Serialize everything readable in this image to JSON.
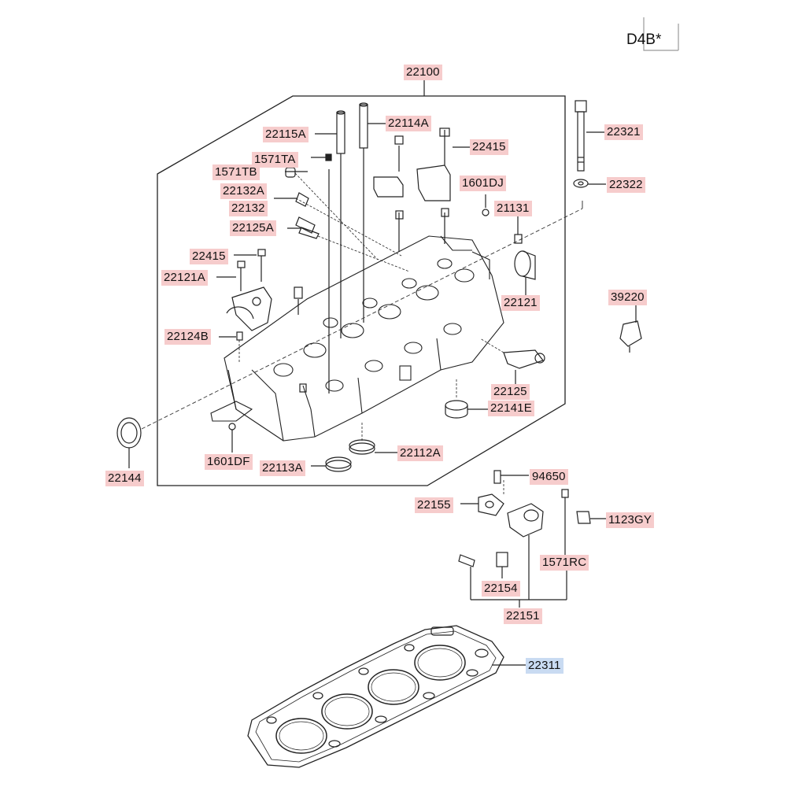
{
  "model_code": "D4B*",
  "part_labels": [
    {
      "id": "l22100",
      "text": "22100",
      "color": "red"
    },
    {
      "id": "l22115A",
      "text": "22115A",
      "color": "red"
    },
    {
      "id": "l22114A",
      "text": "22114A",
      "color": "red"
    },
    {
      "id": "l22415a",
      "text": "22415",
      "color": "red"
    },
    {
      "id": "l1571TA",
      "text": "1571TA",
      "color": "red"
    },
    {
      "id": "l1571TB",
      "text": "1571TB",
      "color": "red"
    },
    {
      "id": "l1601DJ",
      "text": "1601DJ",
      "color": "red"
    },
    {
      "id": "l22132A",
      "text": "22132A",
      "color": "red"
    },
    {
      "id": "l22132",
      "text": "22132",
      "color": "red"
    },
    {
      "id": "l21131",
      "text": "21131",
      "color": "red"
    },
    {
      "id": "l22125A",
      "text": "22125A",
      "color": "red"
    },
    {
      "id": "l22415b",
      "text": "22415",
      "color": "red"
    },
    {
      "id": "l22121A",
      "text": "22121A",
      "color": "red"
    },
    {
      "id": "l22121",
      "text": "22121",
      "color": "red"
    },
    {
      "id": "l22124B",
      "text": "22124B",
      "color": "red"
    },
    {
      "id": "l22125",
      "text": "22125",
      "color": "red"
    },
    {
      "id": "l22141E",
      "text": "22141E",
      "color": "red"
    },
    {
      "id": "l22144",
      "text": "22144",
      "color": "red"
    },
    {
      "id": "l1601DF",
      "text": "1601DF",
      "color": "red"
    },
    {
      "id": "l22113A",
      "text": "22113A",
      "color": "red"
    },
    {
      "id": "l22112A",
      "text": "22112A",
      "color": "red"
    },
    {
      "id": "l22321",
      "text": "22321",
      "color": "red"
    },
    {
      "id": "l22322",
      "text": "22322",
      "color": "red"
    },
    {
      "id": "l39220",
      "text": "39220",
      "color": "red"
    },
    {
      "id": "l94650",
      "text": "94650",
      "color": "red"
    },
    {
      "id": "l22155",
      "text": "22155",
      "color": "red"
    },
    {
      "id": "l1123GY",
      "text": "1123GY",
      "color": "red"
    },
    {
      "id": "l1571RC",
      "text": "1571RC",
      "color": "red"
    },
    {
      "id": "l22154",
      "text": "22154",
      "color": "red"
    },
    {
      "id": "l22151",
      "text": "22151",
      "color": "red"
    },
    {
      "id": "l22311",
      "text": "22311",
      "color": "blue"
    }
  ],
  "colors": {
    "label_red": "#f6cccc",
    "label_blue": "#c9dbf2",
    "line": "#222222"
  }
}
